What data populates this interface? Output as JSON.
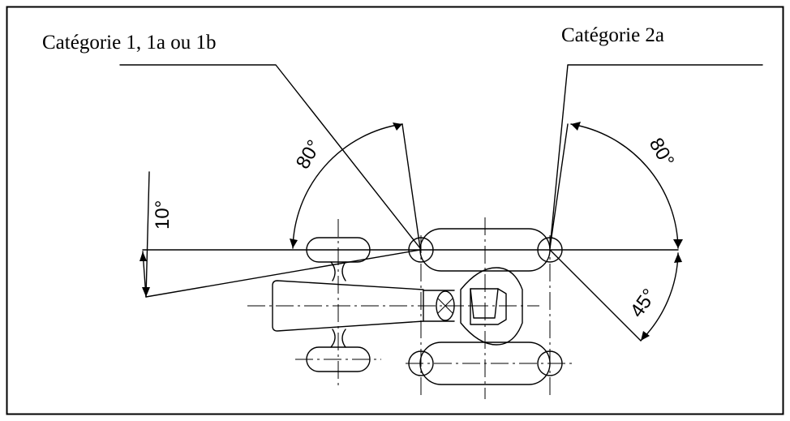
{
  "labels": {
    "category_left": "Catégorie 1, 1a ou 1b",
    "category_right": "Catégorie 2a"
  },
  "angles": {
    "left_upper": "80°",
    "left_lower": "10°",
    "right_upper": "80°",
    "right_lower": "45°"
  }
}
